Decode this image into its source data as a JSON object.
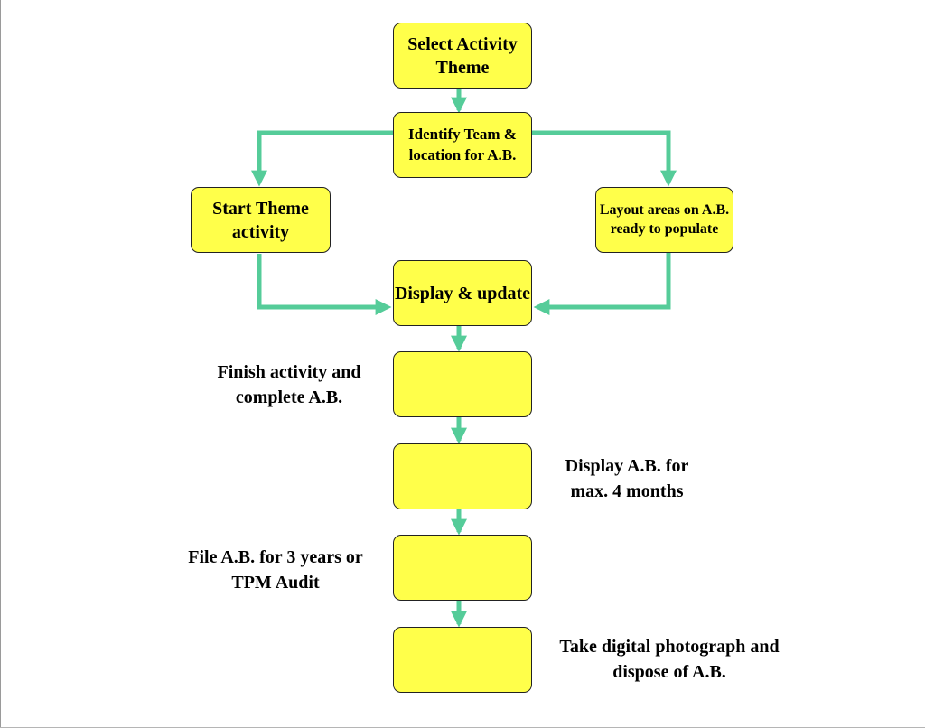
{
  "boxes": {
    "select_theme": "Select Activity Theme",
    "identify_team": "Identify Team & location for A.B.",
    "start_theme": "Start Theme activity",
    "layout_areas": "Layout areas on A.B. ready to populate",
    "display_update": "Display & update",
    "step_finish": "",
    "step_display": "",
    "step_file": "",
    "step_photo": ""
  },
  "notes": {
    "finish": "Finish activity and complete A.B.",
    "display_max": "Display A.B.  for max. 4 months",
    "file": "File A.B. for 3 years or TPM Audit",
    "photo": "Take digital photograph and dispose of A.B."
  },
  "colors": {
    "box_fill": "#ffff4a",
    "box_border": "#222222",
    "arrow": "#55cc99"
  }
}
